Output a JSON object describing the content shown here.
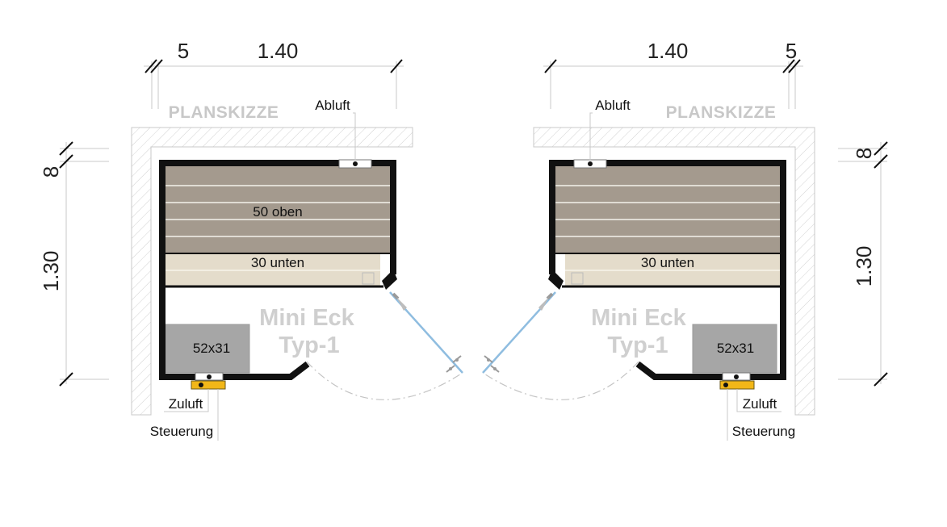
{
  "plans": {
    "left": {
      "dim_width": "1.40",
      "dim_wall_h": "5",
      "dim_depth": "1.30",
      "dim_wall_v": "8",
      "title": "PLANSKIZZE",
      "exhaust_label": "Abluft",
      "intake_label": "Zuluft",
      "control_label": "Steuerung",
      "upper_bench": "50 oben",
      "lower_bench": "30 unten",
      "model_line1": "Mini Eck",
      "model_line2": "Typ-1",
      "heater_size": "52x31"
    },
    "right": {
      "dim_width": "1.40",
      "dim_wall_h": "5",
      "dim_depth": "1.30",
      "dim_wall_v": "8",
      "title": "PLANSKIZZE",
      "exhaust_label": "Abluft",
      "intake_label": "Zuluft",
      "control_label": "Steuerung",
      "lower_bench": "30 unten",
      "model_line1": "Mini Eck",
      "model_line2": "Typ-1",
      "heater_size": "52x31"
    }
  },
  "colors": {
    "upper_bench": "#a49a8e",
    "lower_bench": "#e4dccb",
    "heater": "#a6a6a6",
    "control_unit": "#f2b718",
    "glass_door": "#8fbde0",
    "room_wall_hatch": "#cccccc"
  }
}
